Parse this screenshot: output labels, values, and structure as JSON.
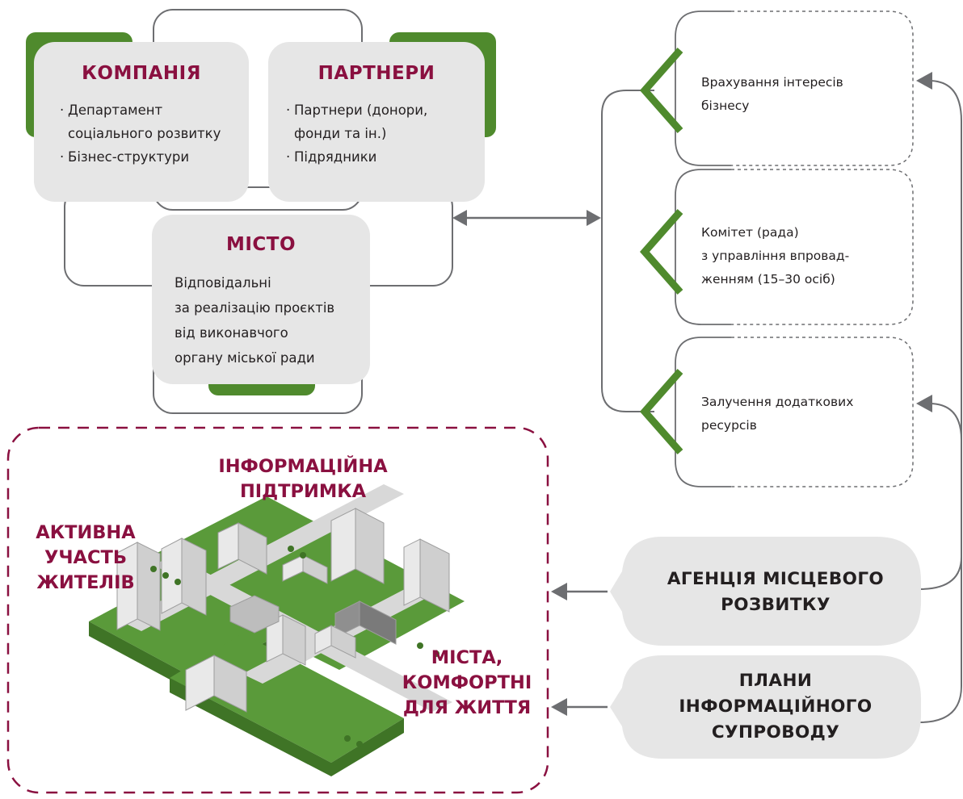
{
  "company": {
    "title": "КОМПАНІЯ",
    "items": [
      "Департамент",
      "соціального розвитку",
      "Бізнес-структури"
    ]
  },
  "partners": {
    "title": "ПАРТНЕРИ",
    "items": [
      "Партнери (донори,",
      "фонди та ін.)",
      "Підрядники"
    ]
  },
  "city": {
    "title": "МІСТО",
    "lines": [
      "Відповідальні",
      "за реалізацію проєктів",
      "від виконавчого",
      "органу міської ради"
    ]
  },
  "right_items": [
    {
      "lines": [
        "Врахування інтересів",
        "бізнесу"
      ]
    },
    {
      "lines": [
        "Комітет (рада)",
        "з управління впровад-",
        "женням (15–30 осіб)"
      ]
    },
    {
      "lines": [
        "Залучення додаткових",
        "ресурсів"
      ]
    }
  ],
  "info_block": {
    "info_support": [
      "ІНФОРМАЦІЙНА",
      "ПІДТРИМКА"
    ],
    "active": [
      "АКТИВНА",
      "УЧАСТЬ",
      "ЖИТЕЛІВ"
    ],
    "comfort": [
      "МІСТА,",
      "КОМФОРТНІ",
      "ДЛЯ ЖИТТЯ"
    ]
  },
  "agency": {
    "lines": [
      "АГЕНЦІЯ МІСЦЕВОГО",
      "РОЗВИТКУ"
    ]
  },
  "plans": {
    "lines": [
      "ПЛАНИ",
      "ІНФОРМАЦІЙНОГО",
      "СУПРОВОДУ"
    ]
  },
  "colors": {
    "accent": "#8a1040",
    "green": "#4f8a2d",
    "box": "#e6e6e6",
    "line": "#6d6e71"
  }
}
